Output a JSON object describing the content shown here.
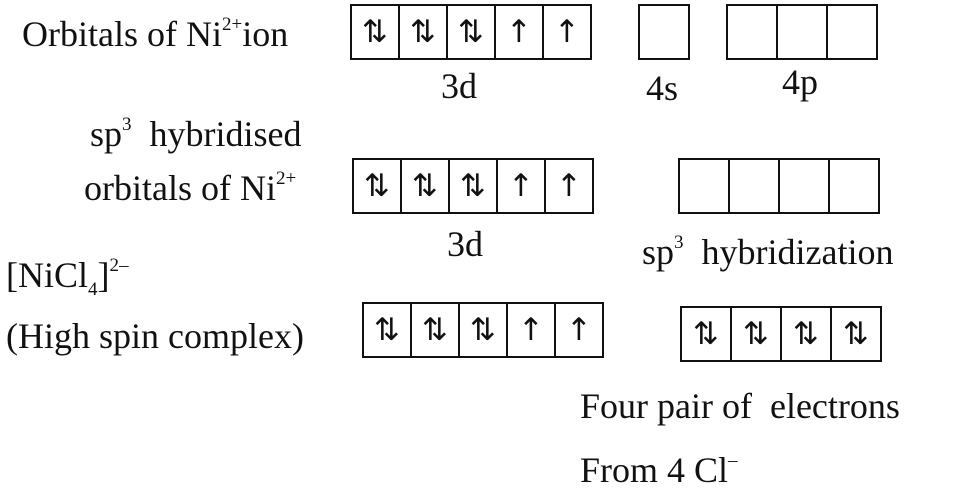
{
  "row1": {
    "label": {
      "text": "Orbitals of  Ni",
      "charge": "2+",
      "suffix": "ion"
    },
    "d_boxes": [
      "⇅",
      "⇅",
      "⇅",
      "↑",
      "↑"
    ],
    "s_boxes": [
      ""
    ],
    "p_boxes": [
      "",
      "",
      ""
    ],
    "d_label": "3d",
    "s_label": "4s",
    "p_label": "4p"
  },
  "row2": {
    "label_line1": {
      "text": "sp",
      "sup": "3",
      "suffix": "  hybridised"
    },
    "label_line2": {
      "text": "orbitals of  Ni",
      "charge": "2+"
    },
    "d_boxes": [
      "⇅",
      "⇅",
      "⇅",
      "↑",
      "↑"
    ],
    "hyb_boxes": [
      "",
      "",
      "",
      ""
    ],
    "d_label": "3d",
    "hyb_label": {
      "text": "sp",
      "sup": "3",
      "suffix": "  hybridization"
    }
  },
  "row3": {
    "formula": {
      "prefix": "[NiCl",
      "sub": "4",
      "bracket": "]",
      "charge": "2–"
    },
    "label": "(High spin complex)",
    "d_boxes": [
      "⇅",
      "⇅",
      "⇅",
      "↑",
      "↑"
    ],
    "hyb_boxes": [
      "⇅",
      "⇅",
      "⇅",
      "⇅"
    ]
  },
  "note": {
    "line1": "Four pair of  electrons",
    "line2_text": "From 4 Cl",
    "line2_sup": "–"
  }
}
